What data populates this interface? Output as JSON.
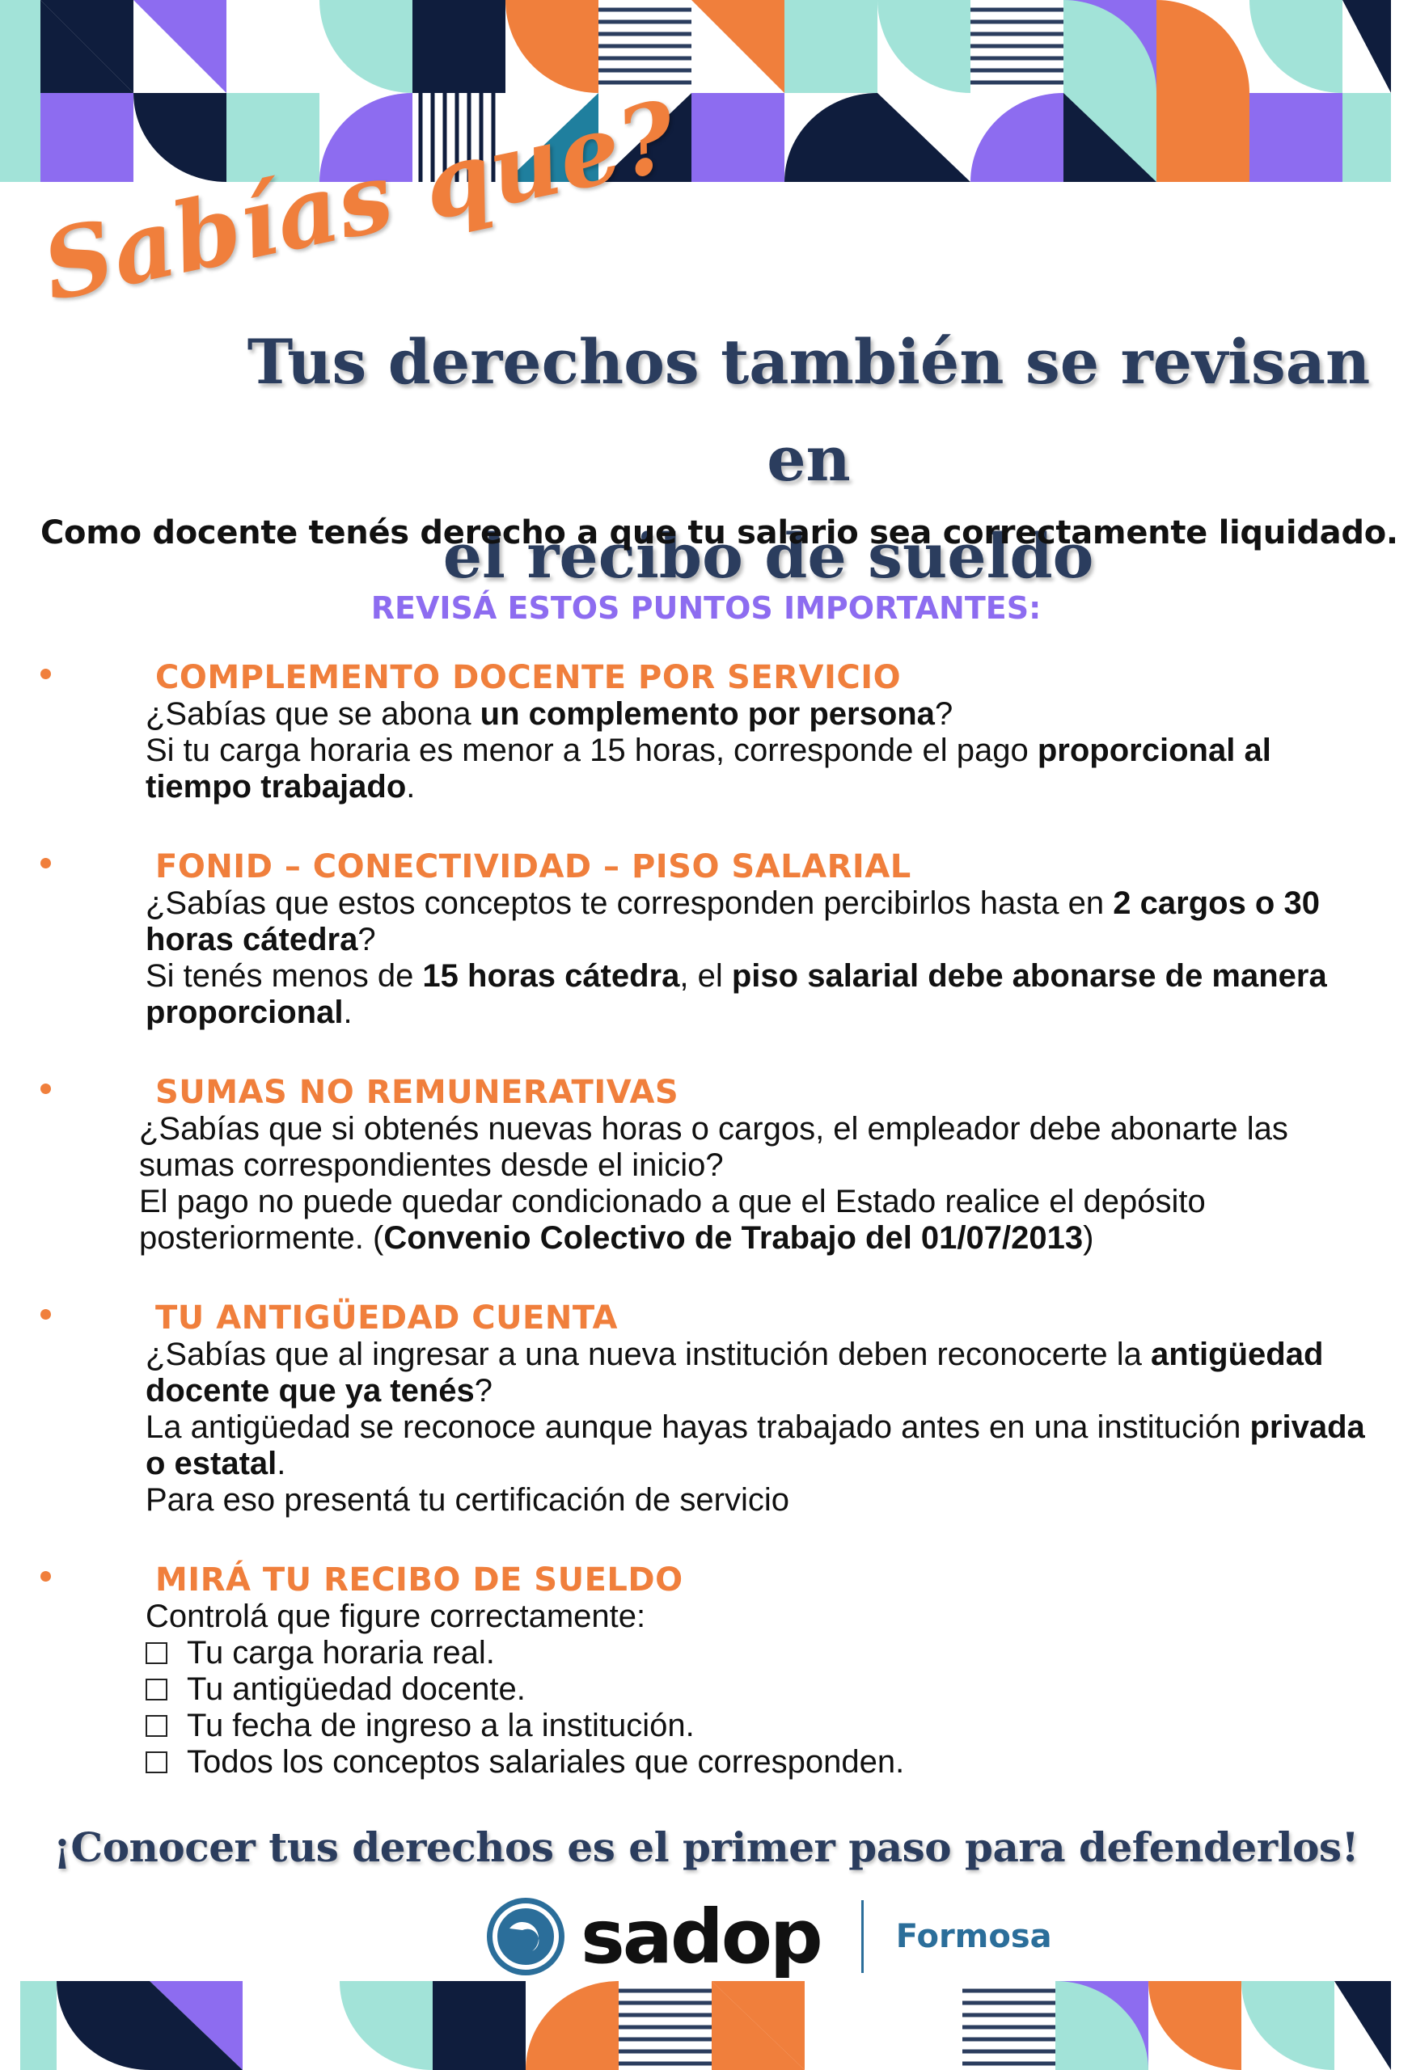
{
  "header": {
    "script_title": "Sabías que?",
    "title_line1": "Tus derechos también se revisan en",
    "title_line2": "el recibo de sueldo"
  },
  "intro": "Como docente tenés derecho a que tu salario sea correctamente liquidado.",
  "section_heading": "REVISÁ ESTOS PUNTOS IMPORTANTES:",
  "points": [
    {
      "title": "COMPLEMENTO DOCENTE POR SERVICIO",
      "lines": [
        {
          "t1": "¿Sabías que se abona ",
          "b1": "un complemento por persona",
          "t2": "?"
        },
        {
          "t1": "Si tu carga horaria es menor a 15 horas, corresponde el pago ",
          "b1": "proporcional al tiempo trabajado",
          "t2": "."
        }
      ]
    },
    {
      "title": "FONID – CONECTIVIDAD – PISO SALARIAL",
      "lines": [
        {
          "t1": " ¿Sabías que estos conceptos te corresponden percibirlos hasta en ",
          "b1": "2 cargos o 30 horas cátedra",
          "t2": "?"
        },
        {
          "t1": "Si tenés menos de ",
          "b1": "15 horas cátedra",
          "t2": ", el ",
          "b2": "piso salarial debe abonarse de manera proporcional",
          "t3": "."
        }
      ]
    },
    {
      "title": "SUMAS NO REMUNERATIVAS",
      "lines": [
        {
          "t1": "¿Sabías que si obtenés nuevas horas o cargos, el empleador debe abonarte las sumas correspondientes desde el inicio?"
        },
        {
          "t1": "El pago no puede quedar condicionado a que el Estado realice el depósito posteriormente. (",
          "b1": "Convenio Colectivo de Trabajo del 01/07/2013",
          "t2": ")"
        }
      ]
    },
    {
      "title": "TU ANTIGÜEDAD CUENTA",
      "lines": [
        {
          "t1": "¿Sabías que al ingresar a una nueva institución deben reconocerte la ",
          "b1": "antigüedad docente que ya tenés",
          "t2": "?"
        },
        {
          "t1": "La antigüedad se reconoce aunque hayas trabajado antes en una institución ",
          "b1": "privada o estatal",
          "t2": "."
        },
        {
          "t1": "Para eso presentá tu certificación de servicio"
        }
      ]
    },
    {
      "title": "MIRÁ TU RECIBO DE SUELDO",
      "lines": [
        {
          "t1": "Controlá que figure correctamente:"
        }
      ],
      "checklist": [
        "Tu carga horaria real.",
        "Tu antigüedad docente.",
        "Tu fecha de ingreso a la institución.",
        "Todos los conceptos salariales que corresponden."
      ]
    }
  ],
  "closing": "¡Conocer tus derechos es el primer paso para defenderlos!",
  "footer": {
    "logo_name": "sadop",
    "logo_region": "Formosa"
  },
  "colors": {
    "orange": "#f07f3c",
    "navy": "#2b3d5e",
    "dark_navy": "#0f1d3d",
    "purple": "#8d6cf0",
    "mint": "#a2e3d8",
    "teal_blue": "#1f7f9e"
  }
}
